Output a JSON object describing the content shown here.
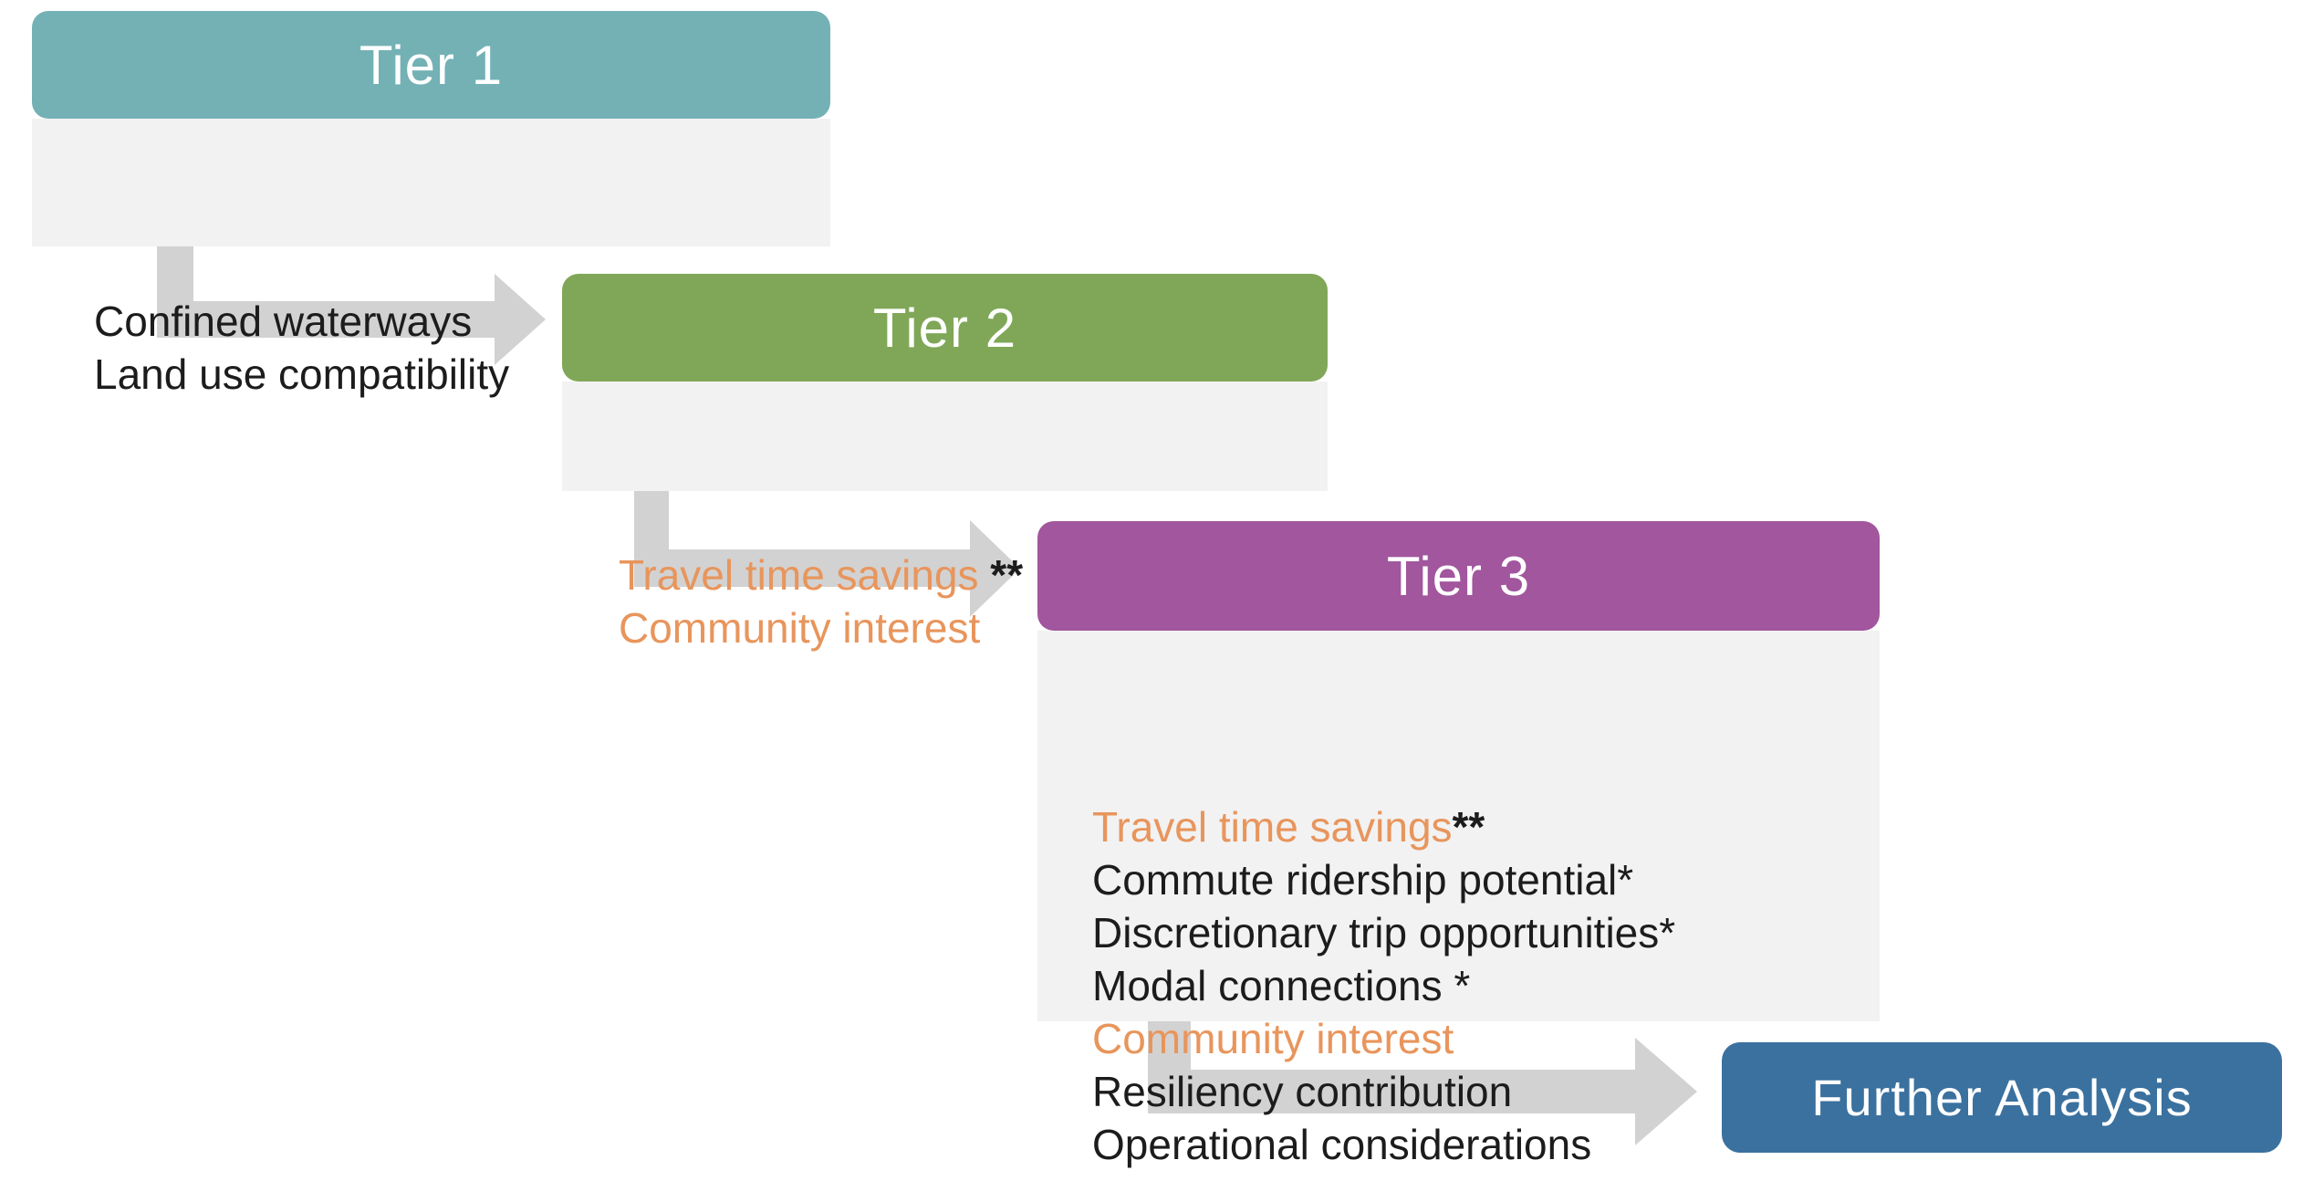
{
  "colors": {
    "teal": "#73b1b5",
    "green": "#7fa757",
    "purple": "#a1569d",
    "blue": "#3a719f",
    "orange": "#e8955c",
    "list_bg": "#f2f2f2",
    "arrow": "#d2d2d2",
    "text": "#1c1c1c",
    "header_text": "#ffffff",
    "background": "#ffffff"
  },
  "tiers": [
    {
      "label": "Tier 1",
      "items": [
        {
          "text": "Confined waterways",
          "suffix": "",
          "emphasis": false
        },
        {
          "text": "Land use compatibility",
          "suffix": "",
          "emphasis": false
        }
      ]
    },
    {
      "label": "Tier 2",
      "items": [
        {
          "text": "Travel time savings",
          "suffix": " **",
          "emphasis": true
        },
        {
          "text": "Community interest",
          "suffix": "",
          "emphasis": true
        }
      ]
    },
    {
      "label": "Tier 3",
      "items": [
        {
          "text": "Travel time savings",
          "suffix": "**",
          "emphasis": true
        },
        {
          "text": "Commute ridership potential*",
          "suffix": "",
          "emphasis": false
        },
        {
          "text": "Discretionary trip opportunities*",
          "suffix": "",
          "emphasis": false
        },
        {
          "text": "Modal connections *",
          "suffix": "",
          "emphasis": false
        },
        {
          "text": "Community interest",
          "suffix": "",
          "emphasis": true
        },
        {
          "text": "Resiliency contribution",
          "suffix": "",
          "emphasis": false
        },
        {
          "text": "Operational considerations",
          "suffix": "",
          "emphasis": false
        }
      ]
    }
  ],
  "final_box": {
    "label": "Further Analysis"
  },
  "arrows": [
    "tier1-to-tier2",
    "tier2-to-tier3",
    "tier3-to-further-analysis"
  ]
}
